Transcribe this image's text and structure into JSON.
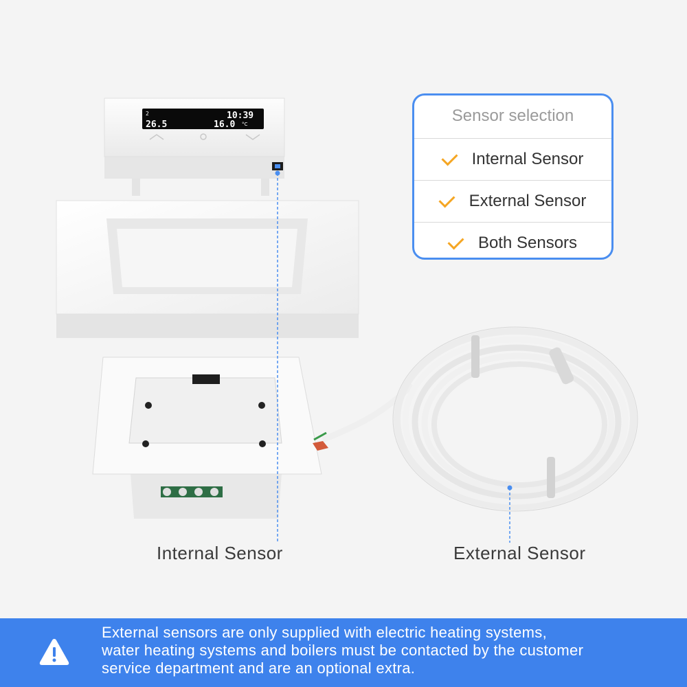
{
  "sensor_card": {
    "title": "Sensor selection",
    "options": [
      {
        "label": "Internal Sensor"
      },
      {
        "label": "External Sensor"
      },
      {
        "label": "Both Sensors"
      }
    ],
    "check_color": "#f5a623",
    "border_color": "#4a8ef0"
  },
  "thermostat_display": {
    "time": "10:39",
    "current_temp": "26.5",
    "set_temp": "16.0",
    "unit": "°C",
    "mode_digit": "2"
  },
  "labels": {
    "internal": "Internal Sensor",
    "external": "External Sensor"
  },
  "notice": {
    "icon": "warning-icon",
    "lines": [
      "External sensors are only supplied with electric heating systems,",
      "water heating systems and boilers must be contacted by the customer",
      "service department and are an optional extra."
    ],
    "bar_color": "#3e82ec"
  }
}
